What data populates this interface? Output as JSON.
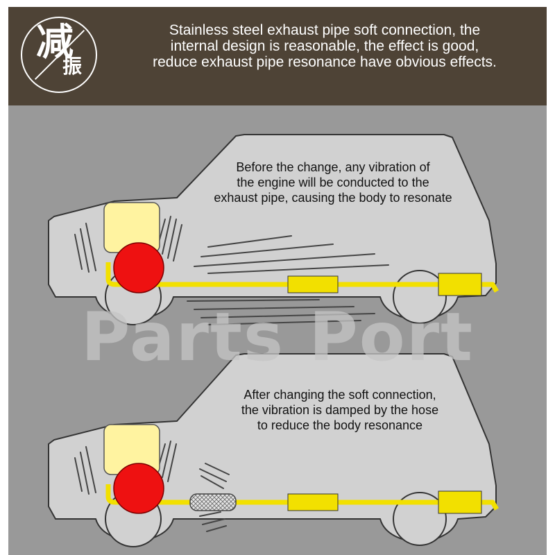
{
  "header": {
    "logo": {
      "char_large": "减",
      "char_small": "振"
    },
    "lines": [
      "Stainless steel exhaust pipe soft connection, the",
      "internal design is reasonable, the effect is good,",
      "reduce exhaust pipe resonance have obvious effects."
    ]
  },
  "diagrams": {
    "before": {
      "lines": [
        "Before the change, any vibration of",
        "the engine will be conducted to the",
        "exhaust pipe, causing the body to resonate"
      ]
    },
    "after": {
      "lines": [
        "After changing the soft connection,",
        "the vibration is damped by the hose",
        "to reduce the body resonance"
      ]
    }
  },
  "watermark": "Parts Port",
  "colors": {
    "header_bg": "#4e4336",
    "panel_bg": "#999999",
    "car_fill": "#d1d1d1",
    "engine": "#fff3a0",
    "flywheel": "#ee1111",
    "exhaust_pipe": "#f2e000"
  }
}
